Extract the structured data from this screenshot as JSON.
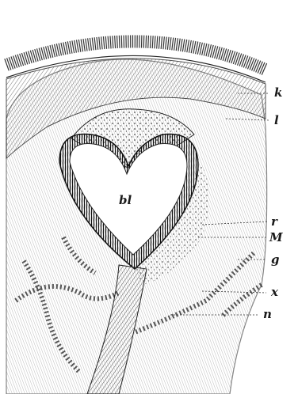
{
  "figure": {
    "labels": {
      "k": "k",
      "l": "l",
      "bl": "bl",
      "r": "r",
      "M": "M",
      "g": "g",
      "x": "x",
      "n": "n"
    }
  }
}
